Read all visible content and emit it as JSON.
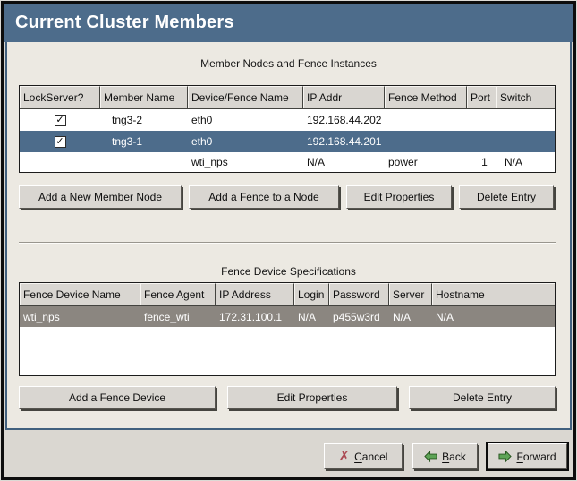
{
  "window": {
    "title": "Current Cluster Members"
  },
  "colors": {
    "titlebar": "#4d6c8b",
    "selection": "#4d6c8b",
    "inactive_selection": "#8b8680"
  },
  "icons": {
    "check": "✓",
    "cancel_x": "✗"
  },
  "members": {
    "caption": "Member Nodes and Fence Instances",
    "headers": {
      "lockserver": "LockServer?",
      "member": "Member Name",
      "device": "Device/Fence Name",
      "ip": "IP Addr",
      "method": "Fence Method",
      "port": "Port",
      "switch": "Switch"
    },
    "rows": [
      {
        "lockserver": "checked",
        "member": "tng3-2",
        "device": "eth0",
        "ip": "192.168.44.202",
        "method": "",
        "port": "",
        "switch": ""
      },
      {
        "lockserver": "checked",
        "member": "tng3-1",
        "device": "eth0",
        "ip": "192.168.44.201",
        "method": "",
        "port": "",
        "switch": ""
      },
      {
        "lockserver": "none",
        "member": "",
        "device": "wti_nps",
        "ip": "N/A",
        "method": "power",
        "port": "1",
        "switch": "N/A"
      }
    ],
    "buttons": {
      "add_node": "Add a New Member Node",
      "add_fence": "Add a Fence to a Node",
      "edit": "Edit Properties",
      "delete": "Delete Entry"
    }
  },
  "fence": {
    "caption": "Fence Device Specifications",
    "headers": {
      "name": "Fence Device Name",
      "agent": "Fence Agent",
      "ip": "IP Address",
      "login": "Login",
      "password": "Password",
      "server": "Server",
      "hostname": "Hostname"
    },
    "rows": [
      {
        "name": "wti_nps",
        "agent": "fence_wti",
        "ip": "172.31.100.1",
        "login": "N/A",
        "password": "p455w3rd",
        "server": "N/A",
        "hostname": "N/A"
      }
    ],
    "buttons": {
      "add": "Add a Fence Device",
      "edit": "Edit Properties",
      "delete": "Delete Entry"
    }
  },
  "footer": {
    "cancel": {
      "mn": "C",
      "rest": "ancel"
    },
    "back": {
      "mn": "B",
      "rest": "ack"
    },
    "forward": {
      "mn": "F",
      "rest": "orward"
    }
  }
}
